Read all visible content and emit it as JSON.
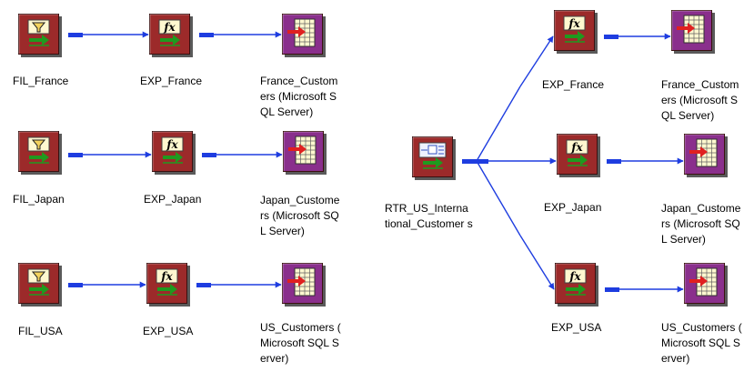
{
  "colors": {
    "transform_fill": "#9c2a2a",
    "target_fill": "#8a2f8c",
    "link_line": "#1e3de0",
    "arrow_green": "#1f9a1f",
    "target_arrow_red": "#e02020",
    "canvas_bg": "#ffffff"
  },
  "left_mapping": {
    "rows": [
      {
        "filter": {
          "icon": "filter-funnel-icon",
          "label": "FIL_France"
        },
        "expression": {
          "icon": "fx-expression-icon",
          "label": "EXP_France"
        },
        "target": {
          "icon": "target-table-icon",
          "label_lines": [
            "France_Custom",
            "ers (Microsoft S",
            "QL Server)"
          ]
        }
      },
      {
        "filter": {
          "icon": "filter-funnel-icon",
          "label": "FIL_Japan"
        },
        "expression": {
          "icon": "fx-expression-icon",
          "label": "EXP_Japan"
        },
        "target": {
          "icon": "target-table-icon",
          "label_lines": [
            "Japan_Custome",
            "rs (Microsoft SQ",
            "L Server)"
          ]
        }
      },
      {
        "filter": {
          "icon": "filter-funnel-icon",
          "label": "FIL_USA"
        },
        "expression": {
          "icon": "fx-expression-icon",
          "label": "EXP_USA"
        },
        "target": {
          "icon": "target-table-icon",
          "label_lines": [
            "US_Customers (",
            "Microsoft SQL S",
            "erver)"
          ]
        }
      }
    ]
  },
  "right_mapping": {
    "router": {
      "icon": "router-icon",
      "label_lines": [
        "RTR_US_Interna",
        "tional_Customer s"
      ]
    },
    "rows": [
      {
        "expression": {
          "icon": "fx-expression-icon",
          "label": "EXP_France"
        },
        "target": {
          "icon": "target-table-icon",
          "label_lines": [
            "France_Custom",
            "ers (Microsoft S",
            "QL Server)"
          ]
        }
      },
      {
        "expression": {
          "icon": "fx-expression-icon",
          "label": "EXP_Japan"
        },
        "target": {
          "icon": "target-table-icon",
          "label_lines": [
            "Japan_Custome",
            "rs (Microsoft SQ",
            "L Server)"
          ]
        }
      },
      {
        "expression": {
          "icon": "fx-expression-icon",
          "label": "EXP_USA"
        },
        "target": {
          "icon": "target-table-icon",
          "label_lines": [
            "US_Customers (",
            "Microsoft SQL S",
            "erver)"
          ]
        }
      }
    ]
  }
}
